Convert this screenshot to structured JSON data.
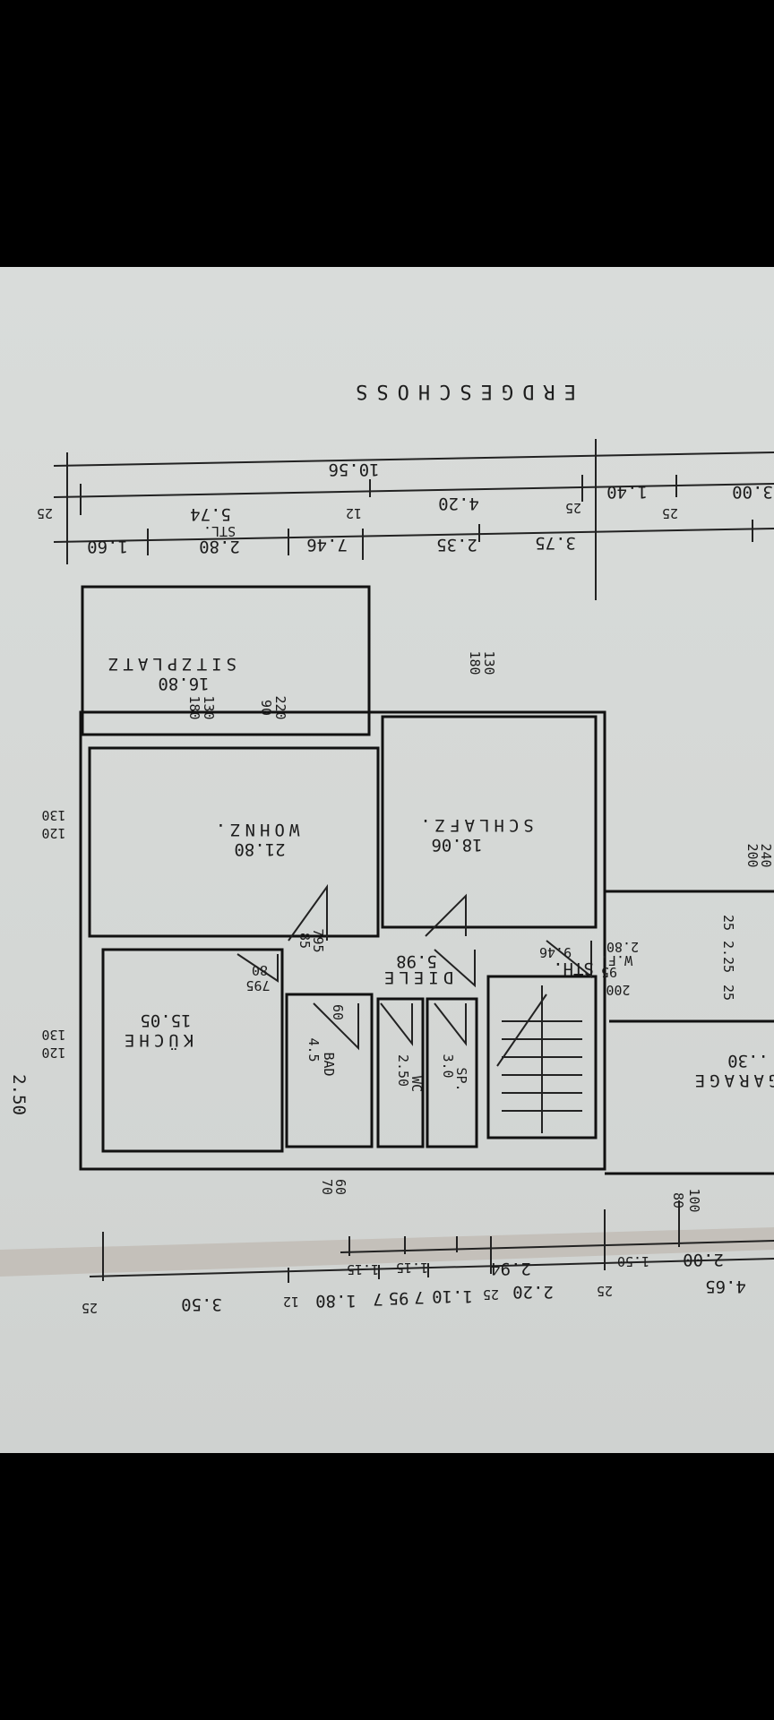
{
  "title": "ERDGESCHOSS",
  "rooms": {
    "sitzplatz": {
      "name": "SITZPLATZ",
      "area": "16.80"
    },
    "wohnz": {
      "name": "WOHNZ.",
      "area": "21.80"
    },
    "schlafz": {
      "name": "SCHLAFZ.",
      "area": "18.06"
    },
    "kueche": {
      "name": "KÜCHE",
      "area": "15.05"
    },
    "diele": {
      "name": "DIELE",
      "area": "5.98"
    },
    "sth": {
      "name": "STH.",
      "area": "9.46"
    },
    "wf": {
      "name": "W.F.",
      "area": "2.80"
    },
    "bad": {
      "name": "BAD",
      "area": "4.5"
    },
    "wc": {
      "name": "WC",
      "area": "2.50"
    },
    "sp": {
      "name": "SP.",
      "area": "3.0"
    },
    "garage": {
      "name": "GARAGE",
      "area": "..30"
    }
  },
  "top_dims": {
    "overall": "10.56",
    "row2": [
      "25",
      "4.20",
      "12",
      "25",
      "25",
      "1.40",
      "3.00"
    ],
    "row3": [
      "1.60",
      "2.80",
      "STL.",
      "5.74",
      "7.46",
      "2.35",
      "3.75"
    ]
  },
  "bottom_dims": {
    "row1": [
      "1.15",
      "1.15",
      "2.94",
      "1.50",
      "2.00"
    ],
    "row2": [
      "25",
      "3.50",
      "12",
      "1.80",
      "7",
      "95",
      "7",
      "1.10",
      "25",
      "2.20",
      "25",
      "4.65"
    ]
  },
  "openings": {
    "sitz_win1": [
      "180",
      "130"
    ],
    "sitz_win2": [
      "90",
      "220"
    ],
    "schlaf_win": [
      "180",
      "130"
    ],
    "wohn_win": [
      "120",
      "130"
    ],
    "kueche_win": [
      "120",
      "130"
    ],
    "garage_win": [
      "100",
      "80"
    ],
    "small_wins": [
      "60",
      "70"
    ],
    "doors": [
      "85",
      "795",
      "80",
      "60",
      "95",
      "200"
    ],
    "wf_dims": [
      "25",
      "2.25",
      "25"
    ],
    "side": [
      "2.50",
      "200",
      "240"
    ]
  }
}
